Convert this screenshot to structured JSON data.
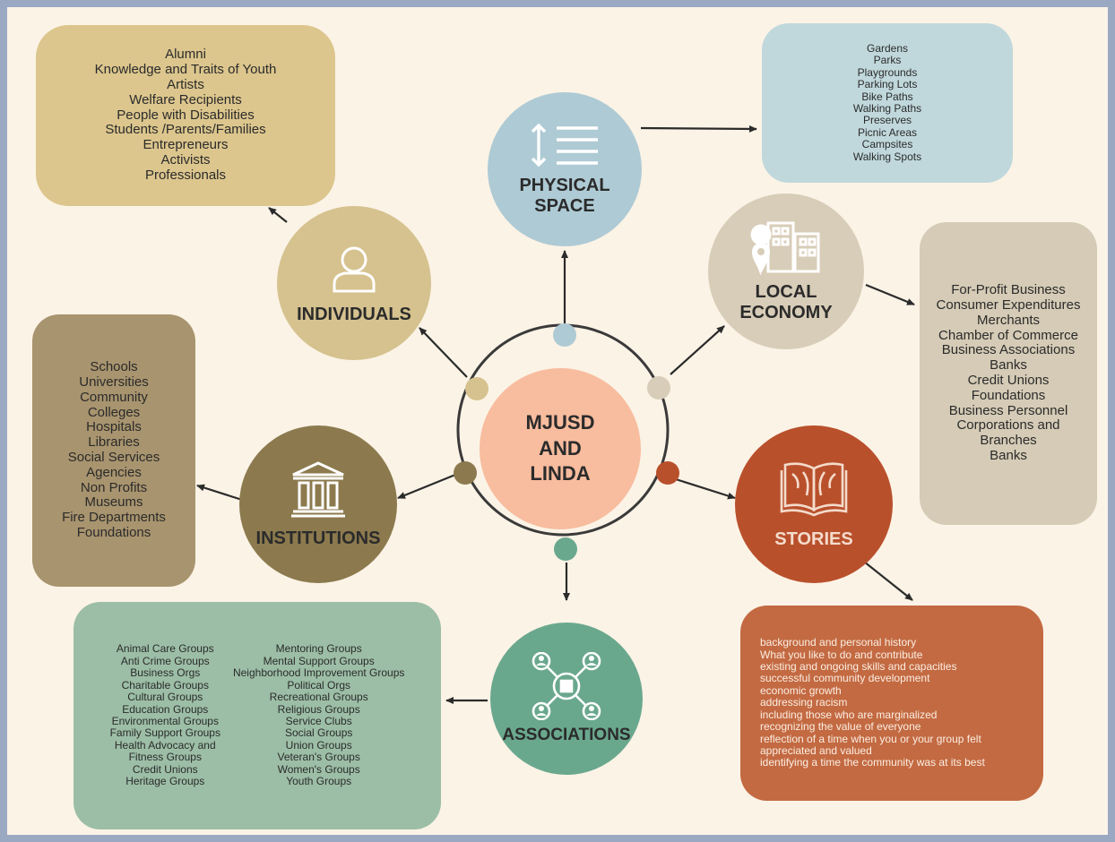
{
  "center": {
    "title": "MJUSD AND LINDA"
  },
  "individuals": {
    "title": "INDIVIDUALS",
    "items": [
      "Alumni",
      "Knowledge and Traits of Youth",
      "Artists",
      "Welfare Recipients",
      "People with Disabilities",
      "Students /Parents/Families",
      "Entrepreneurs",
      "Activists",
      "Professionals"
    ]
  },
  "physical_space": {
    "title_lines": [
      "PHYSICAL",
      "SPACE"
    ],
    "items": [
      "Gardens",
      "Parks",
      "Playgrounds",
      "Parking Lots",
      "Bike Paths",
      "Walking Paths",
      "Preserves",
      "Picnic Areas",
      "Campsites",
      "Walking Spots"
    ]
  },
  "local_economy": {
    "title_lines": [
      "LOCAL",
      "ECONOMY"
    ],
    "items": [
      "For-Profit Business",
      "Consumer Expenditures",
      "Merchants",
      "Chamber of Commerce",
      "Business Associations",
      "Banks",
      "Credit Unions",
      "Foundations",
      "Business Personnel",
      "Corporations and",
      "Branches",
      "Banks"
    ]
  },
  "institutions": {
    "title": "INSTITUTIONS",
    "items": [
      "Schools",
      "Universities",
      "Community",
      "Colleges",
      "Hospitals",
      "Libraries",
      "Social Services",
      "Agencies",
      "Non Profits",
      "Museums",
      "Fire Departments",
      "Foundations"
    ]
  },
  "stories": {
    "title": "STORIES",
    "items": [
      "background and personal history",
      "What you like to do and contribute",
      "existing and ongoing skills and capacities",
      "successful community development",
      "economic growth",
      "addressing racism",
      "including those who are marginalized",
      "recognizing the value of everyone",
      "reflection of a time when you or your group felt",
      "appreciated and valued",
      "identifying a time the community was at its best"
    ]
  },
  "associations": {
    "title": "ASSOCIATIONS",
    "items_left": [
      "Animal Care Groups",
      "Anti Crime Groups",
      "Business Orgs",
      "Charitable Groups",
      "Cultural Groups",
      "Education Groups",
      "Environmental Groups",
      "Family Support Groups",
      "Health Advocacy and",
      "Fitness Groups",
      "Credit Unions",
      "Heritage Groups"
    ],
    "items_right": [
      "Mentoring Groups",
      "Mental Support Groups",
      "Neighborhood Improvement Groups",
      "Political Orgs",
      "Recreational Groups",
      "Religious Groups",
      "Service Clubs",
      "Social Groups",
      "Union Groups",
      "Veteran's Groups",
      "Women's Groups",
      "Youth Groups"
    ]
  },
  "colors": {
    "background": "#fbf3e6",
    "frame": "#9aa8c2",
    "center": "#f8bc9e",
    "individuals": "#d6c28f",
    "individuals_box": "#dcc68d",
    "physical": "#aecad4",
    "physical_box": "#c0d8dc",
    "economy": "#d8cdb8",
    "economy_box": "#d5cbb6",
    "institutions": "#8c7a4e",
    "institutions_box": "#a8946e",
    "stories": "#b9502c",
    "stories_box": "#c36a42",
    "associations": "#6aa88e",
    "associations_box": "#9cbea6"
  },
  "icons": [
    "person-icon",
    "vertical-arrows-list-icon",
    "buildings-location-icon",
    "columns-building-icon",
    "open-book-icon",
    "network-people-icon"
  ]
}
